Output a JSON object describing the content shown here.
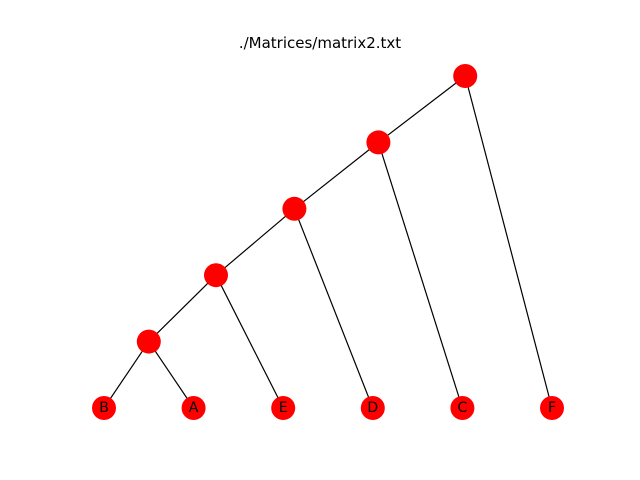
{
  "title": "./Matrices/matrix2.txt",
  "colors": {
    "node": "#ff0000",
    "edge": "#000000",
    "label": "#000000"
  },
  "tree": {
    "leaves": [
      "B",
      "A",
      "E",
      "D",
      "C",
      "F"
    ],
    "merges": [
      {
        "id": "m1",
        "children": [
          "B",
          "A"
        ]
      },
      {
        "id": "m2",
        "children": [
          "m1",
          "E"
        ]
      },
      {
        "id": "m3",
        "children": [
          "m2",
          "D"
        ]
      },
      {
        "id": "m4",
        "children": [
          "m3",
          "C"
        ]
      },
      {
        "id": "m5",
        "children": [
          "m4",
          "F"
        ]
      }
    ]
  }
}
